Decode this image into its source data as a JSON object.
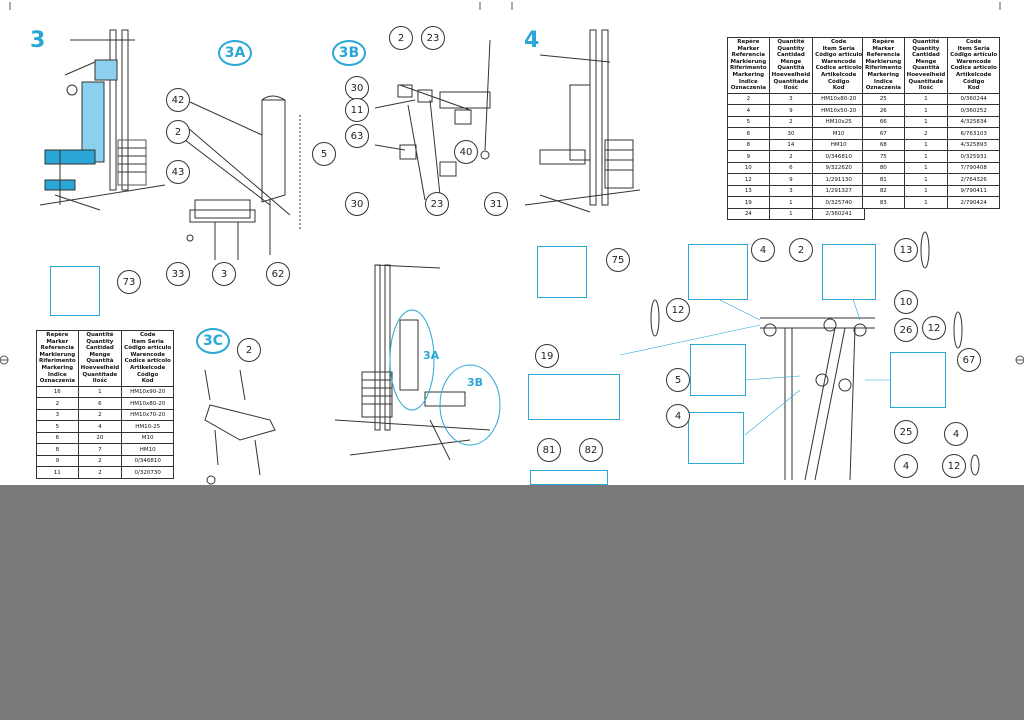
{
  "steps": {
    "s3": "3",
    "s3a": "3A",
    "s3b": "3B",
    "s3c": "3C",
    "s4": "4"
  },
  "diagram_labels": {
    "d3a": "3A",
    "d3b": "3B"
  },
  "callouts": {
    "c73": "73",
    "c75": "75",
    "a42": "42",
    "a2": "2",
    "a43": "43",
    "a5": "5",
    "a33": "33",
    "a3": "3",
    "a62": "62",
    "b2": "2",
    "b23top": "23",
    "b30top": "30",
    "b11": "11",
    "b63": "63",
    "b40": "40",
    "b30bot": "30",
    "b23bot": "23",
    "b31": "31",
    "c2": "2",
    "r4a": "4",
    "r2": "2",
    "r13": "13",
    "r12a": "12",
    "r10": "10",
    "r19": "19",
    "r26": "26",
    "r12b": "12",
    "r67": "67",
    "r5": "5",
    "r4b": "4",
    "r25": "25",
    "r81": "81",
    "r82": "82",
    "r4c": "4",
    "r12c": "12",
    "r4d": "4"
  },
  "table_headers": {
    "col1": [
      "Repère",
      "Marker",
      "Referencia",
      "Markierung",
      "Riferimento",
      "Markering",
      "Indice",
      "Oznaczenia"
    ],
    "col2": [
      "Quantité",
      "Quantity",
      "Cantidad",
      "Menge",
      "Quantità",
      "Hoeveelheid",
      "Quantitade",
      "Ilość"
    ],
    "col3": [
      "Code",
      "Item Seria",
      "Código artículo",
      "Warencode",
      "Codice articolo",
      "Artikelcode",
      "Código",
      "Kod"
    ]
  },
  "table_left": [
    [
      "16",
      "1",
      "HM10x90-20"
    ],
    [
      "2",
      "6",
      "HM10x80-20"
    ],
    [
      "3",
      "2",
      "HM10x70-20"
    ],
    [
      "5",
      "4",
      "HM10-25"
    ],
    [
      "6",
      "20",
      "M10"
    ],
    [
      "8",
      "7",
      "HM10"
    ],
    [
      "9",
      "2",
      "0/346810"
    ],
    [
      "11",
      "2",
      "0/320730"
    ]
  ],
  "table_mid": [
    [
      "2",
      "3",
      "HM10x80-20"
    ],
    [
      "4",
      "9",
      "HM10x50-20"
    ],
    [
      "5",
      "2",
      "HM10x25"
    ],
    [
      "6",
      "30",
      "M10"
    ],
    [
      "8",
      "14",
      "HM10"
    ],
    [
      "9",
      "2",
      "0/346810"
    ],
    [
      "10",
      "6",
      "9/322620"
    ],
    [
      "12",
      "9",
      "1/291130"
    ],
    [
      "13",
      "3",
      "1/291327"
    ],
    [
      "19",
      "1",
      "0/325740"
    ],
    [
      "24",
      "1",
      "2/360241"
    ]
  ],
  "table_right": [
    [
      "25",
      "1",
      "0/360244"
    ],
    [
      "26",
      "1",
      "0/360252"
    ],
    [
      "66",
      "1",
      "4/325834"
    ],
    [
      "67",
      "2",
      "6/763103"
    ],
    [
      "68",
      "1",
      "4/325893"
    ],
    [
      "75",
      "1",
      "0/325931"
    ],
    [
      "80",
      "1",
      "7/790408"
    ],
    [
      "81",
      "1",
      "2/764326"
    ],
    [
      "82",
      "1",
      "9/790411"
    ],
    [
      "83",
      "1",
      "2/790424"
    ]
  ]
}
